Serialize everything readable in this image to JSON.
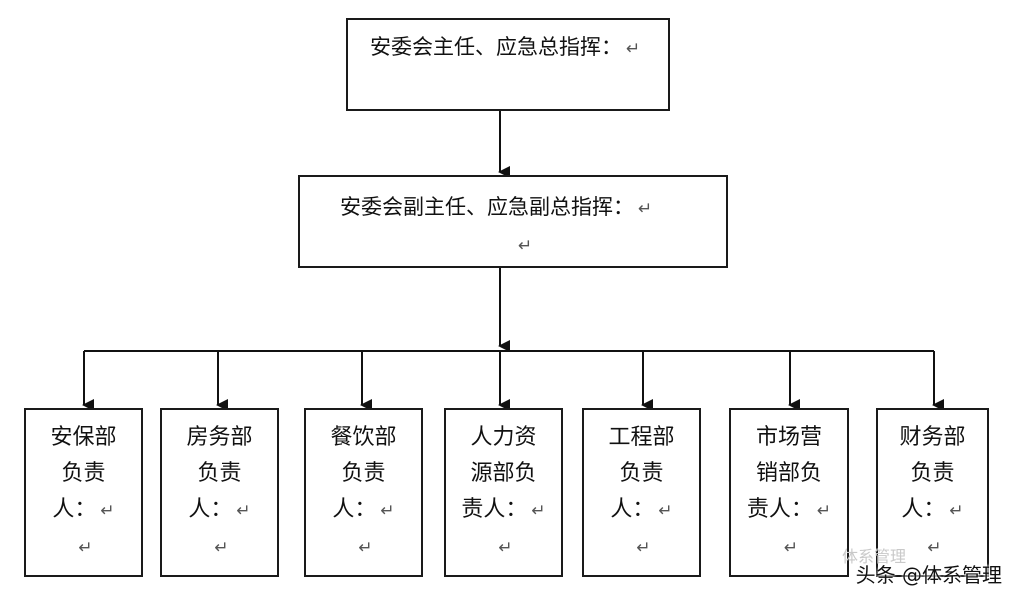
{
  "top_box": {
    "label": "安委会主任、应急总指挥：",
    "return_mark": "↵"
  },
  "mid_box": {
    "label": "安委会副主任、应急副总指挥：",
    "return_mark": "↵"
  },
  "departments": [
    {
      "lines": [
        "安保部",
        "负责",
        "人："
      ]
    },
    {
      "lines": [
        "房务部",
        "负责",
        "人："
      ]
    },
    {
      "lines": [
        "餐饮部",
        "负责",
        "人："
      ]
    },
    {
      "lines": [
        "人力资",
        "源部负",
        "责人："
      ]
    },
    {
      "lines": [
        "工程部",
        "负责",
        "人："
      ]
    },
    {
      "lines": [
        "市场营",
        "销部负",
        "责人："
      ]
    },
    {
      "lines": [
        "财务部",
        "负责",
        "人："
      ]
    }
  ],
  "return_mark": "↵",
  "watermark": {
    "text": "头条 @体系管理",
    "ghost_text": "体系管理"
  }
}
